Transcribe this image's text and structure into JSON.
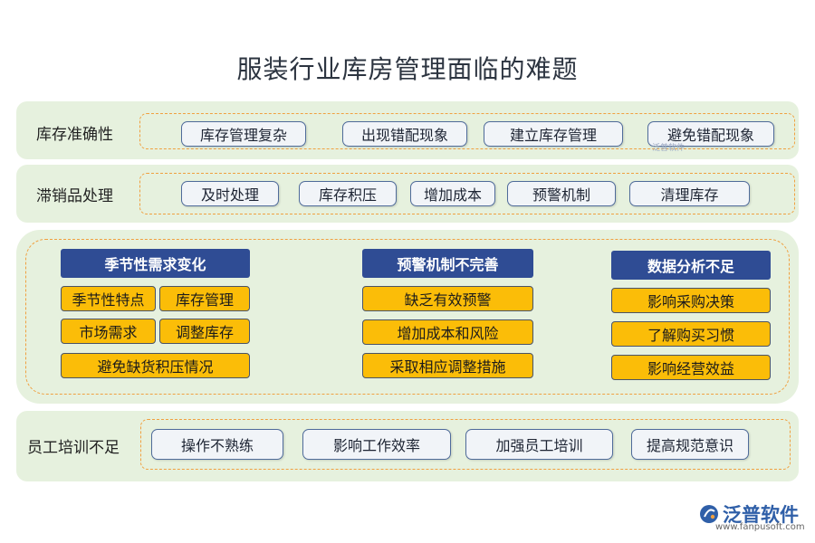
{
  "title": "服装行业库房管理面临的难题",
  "rows": [
    {
      "label": "库存准确性",
      "items": [
        "库存管理复杂",
        "出现错配现象",
        "建立库存管理",
        "避免错配现象"
      ]
    },
    {
      "label": "滞销品处理",
      "items": [
        "及时处理",
        "库存积压",
        "增加成本",
        "预警机制",
        "清理库存"
      ]
    }
  ],
  "middle": {
    "columns": [
      {
        "header": "季节性需求变化",
        "items": [
          "季节性特点",
          "库存管理",
          "市场需求",
          "调整库存",
          "避免缺货积压情况"
        ]
      },
      {
        "header": "预警机制不完善",
        "items": [
          "缺乏有效预警",
          "增加成本和风险",
          "采取相应调整措施"
        ]
      },
      {
        "header": "数据分析不足",
        "items": [
          "影响采购决策",
          "了解购买习惯",
          "影响经营效益"
        ]
      }
    ]
  },
  "bottom": {
    "label": "员工培训不足",
    "items": [
      "操作不熟练",
      "影响工作效率",
      "加强员工培训",
      "提高规范意识"
    ]
  },
  "brand": {
    "name": "泛普软件",
    "url": "www.fanpusoft.com",
    "watermark": "泛普软件"
  },
  "colors": {
    "band": "#e6f1de",
    "dash": "#f0a040",
    "header": "#2f4c94",
    "gold": "#fbbd08",
    "pill_border": "#4f6b9a"
  }
}
